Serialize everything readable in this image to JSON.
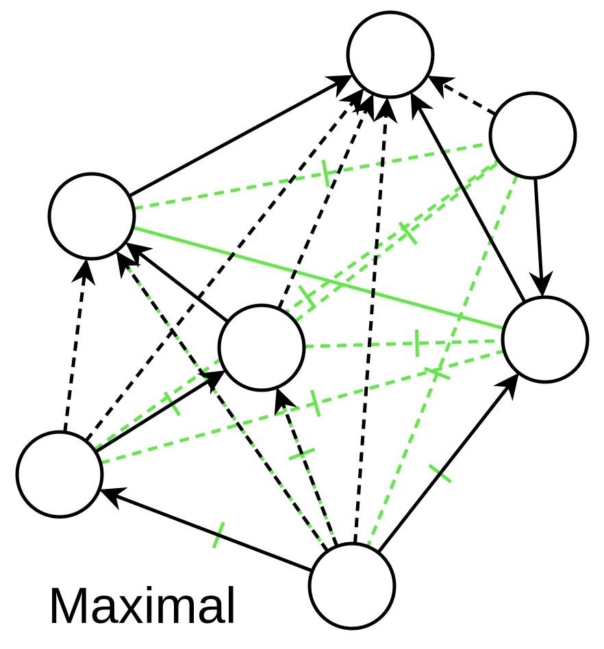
{
  "caption": "Maximal",
  "colors": {
    "node_fill": "#ffffff",
    "node_stroke": "#000000",
    "directed_edge": "#000000",
    "undirected_edge": "#66e64d"
  },
  "graph": {
    "nodes": [
      "top",
      "upper-right",
      "left",
      "center",
      "right",
      "bottom-left",
      "bottom"
    ],
    "directed_edges": [
      {
        "from": "left",
        "to": "top",
        "style": "solid"
      },
      {
        "from": "upper-right",
        "to": "top",
        "style": "dashed"
      },
      {
        "from": "right",
        "to": "top",
        "style": "solid"
      },
      {
        "from": "upper-right",
        "to": "right",
        "style": "solid"
      },
      {
        "from": "center",
        "to": "left",
        "style": "solid"
      },
      {
        "from": "bottom-left",
        "to": "left",
        "style": "dashed"
      },
      {
        "from": "bottom-left",
        "to": "center",
        "style": "solid"
      },
      {
        "from": "bottom",
        "to": "bottom-left",
        "style": "solid"
      },
      {
        "from": "bottom",
        "to": "right",
        "style": "solid"
      },
      {
        "from": "bottom",
        "to": "center",
        "style": "dashed"
      },
      {
        "from": "bottom",
        "to": "left",
        "style": "dashed"
      },
      {
        "from": "bottom",
        "to": "top",
        "style": "dashed"
      },
      {
        "from": "bottom-left",
        "to": "top",
        "style": "dashed"
      },
      {
        "from": "center",
        "to": "top",
        "style": "dashed"
      }
    ],
    "undirected_edges": [
      {
        "a": "left",
        "b": "right",
        "style": "solid",
        "crossbar": false
      },
      {
        "a": "left",
        "b": "upper-right",
        "style": "dashed",
        "crossbar": true
      },
      {
        "a": "left",
        "b": "bottom",
        "style": "dashed",
        "crossbar": false
      },
      {
        "a": "center",
        "b": "upper-right",
        "style": "dashed",
        "crossbar": true
      },
      {
        "a": "center",
        "b": "right",
        "style": "dashed",
        "crossbar": true
      },
      {
        "a": "center",
        "b": "bottom",
        "style": "dashed",
        "crossbar": false
      },
      {
        "a": "bottom-left",
        "b": "upper-right",
        "style": "dashed",
        "crossbar": true
      },
      {
        "a": "bottom-left",
        "b": "right",
        "style": "dashed",
        "crossbar": true
      },
      {
        "a": "bottom-left",
        "b": "bottom",
        "style": "dashed",
        "crossbar": true
      },
      {
        "a": "bottom-left",
        "b": "center",
        "style": "dashed",
        "crossbar": true
      },
      {
        "a": "upper-right",
        "b": "bottom",
        "style": "dashed",
        "crossbar": true
      },
      {
        "a": "right",
        "b": "bottom",
        "style": "dashed",
        "crossbar": true
      },
      {
        "a": "bottom",
        "b": "center",
        "style": "dashed",
        "crossbar": true
      }
    ]
  }
}
